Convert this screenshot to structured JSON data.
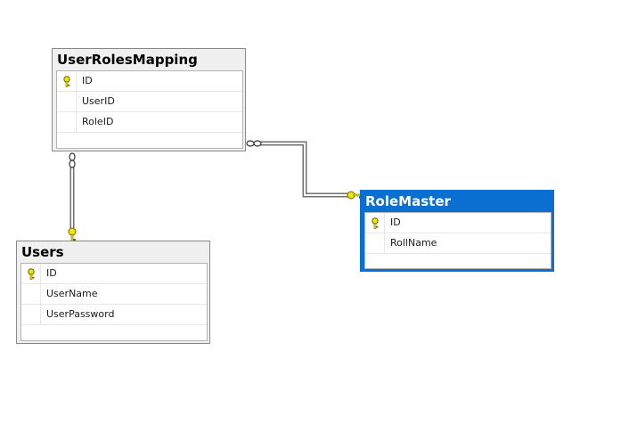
{
  "tables": {
    "user_roles_mapping": {
      "name": "UserRolesMapping",
      "columns": [
        {
          "name": "ID",
          "primary_key": true
        },
        {
          "name": "UserID",
          "primary_key": false
        },
        {
          "name": "RoleID",
          "primary_key": false
        }
      ]
    },
    "users": {
      "name": "Users",
      "columns": [
        {
          "name": "ID",
          "primary_key": true
        },
        {
          "name": "UserName",
          "primary_key": false
        },
        {
          "name": "UserPassword",
          "primary_key": false
        }
      ]
    },
    "role_master": {
      "name": "RoleMaster",
      "selected": true,
      "columns": [
        {
          "name": "ID",
          "primary_key": true
        },
        {
          "name": "RollName",
          "primary_key": false
        }
      ]
    }
  },
  "relationships": [
    {
      "from": "UserRolesMapping",
      "to": "RoleMaster",
      "many_side": "UserRolesMapping",
      "one_side": "RoleMaster"
    },
    {
      "from": "UserRolesMapping",
      "to": "Users",
      "many_side": "UserRolesMapping",
      "one_side": "Users"
    }
  ],
  "colors": {
    "selected_header": "#0a6fd0",
    "key_icon": "#f2e600",
    "connector": "#707070"
  },
  "icons": {
    "primary_key": "key-icon",
    "many_end": "infinity-icon",
    "one_end": "key-icon"
  }
}
